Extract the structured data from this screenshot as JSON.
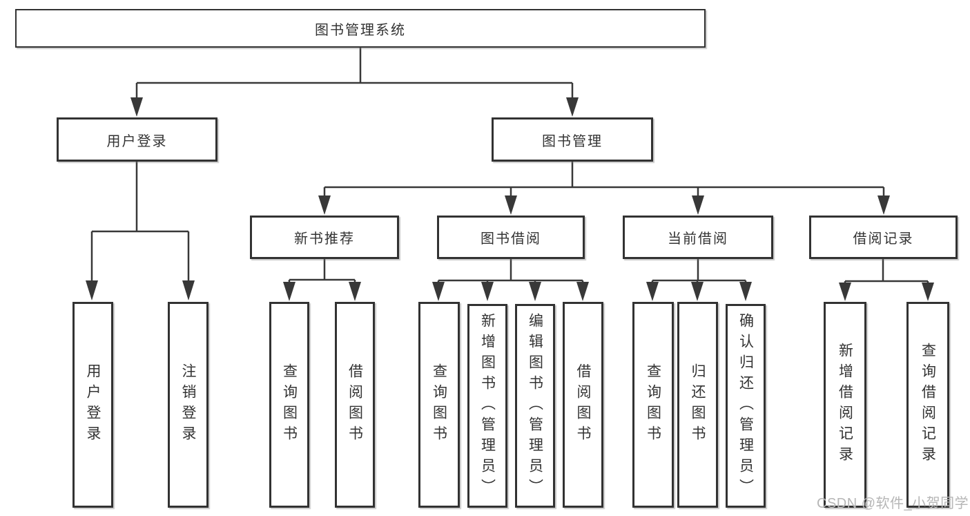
{
  "tree": {
    "root": {
      "label": "图书管理系统",
      "children": [
        {
          "label": "用户登录",
          "children": [
            {
              "label": "用户登录"
            },
            {
              "label": "注销登录"
            }
          ]
        },
        {
          "label": "图书管理",
          "children": [
            {
              "label": "新书推荐",
              "children": [
                {
                  "label": "查询图书"
                },
                {
                  "label": "借阅图书"
                }
              ]
            },
            {
              "label": "图书借阅",
              "children": [
                {
                  "label": "查询图书"
                },
                {
                  "label": "新增图书（管理员）"
                },
                {
                  "label": "编辑图书（管理员）"
                },
                {
                  "label": "借阅图书"
                }
              ]
            },
            {
              "label": "当前借阅",
              "children": [
                {
                  "label": "查询图书"
                },
                {
                  "label": "归还图书"
                },
                {
                  "label": "确认归还（管理员）"
                }
              ]
            },
            {
              "label": "借阅记录",
              "children": [
                {
                  "label": "新增借阅记录"
                },
                {
                  "label": "查询借阅记录"
                }
              ]
            }
          ]
        }
      ]
    }
  },
  "watermark": {
    "text": "CSDN @软件_小贺同学"
  },
  "colors": {
    "line": "#383838",
    "box_border": "#323232",
    "text": "#333333",
    "watermark": "#b6b6b6",
    "background": "#ffffff"
  }
}
